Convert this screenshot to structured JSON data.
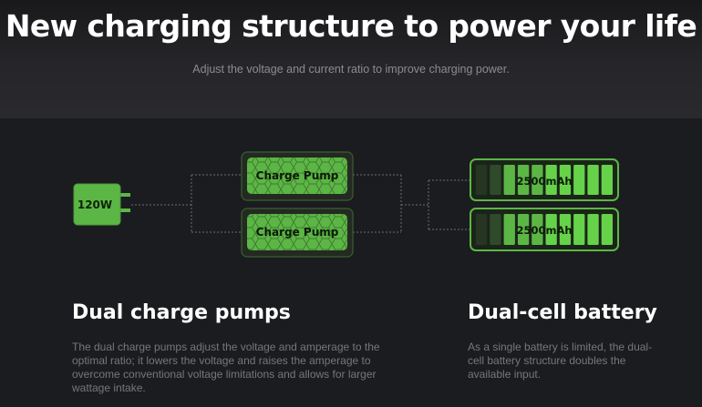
{
  "hero": {
    "title": "New charging structure to power your life",
    "subtitle": "Adjust the voltage and current ratio to improve charging power."
  },
  "diagram": {
    "charger_label": "120W",
    "pumps": [
      {
        "label": "Charge Pump"
      },
      {
        "label": "Charge Pump"
      }
    ],
    "cells": [
      {
        "label": "2500mAh",
        "charge_fraction": 0.8
      },
      {
        "label": "2500mAh",
        "charge_fraction": 0.8
      }
    ],
    "colors": {
      "accent_green": "#5cb646",
      "bright_green": "#66d24a",
      "dark_green": "#2f4a2a",
      "background": "#1b1c1f",
      "connector_line": "#6d6e72"
    }
  },
  "pumps_section": {
    "title": "Dual charge pumps",
    "description": "The dual charge pumps adjust the voltage and amperage to the optimal ratio; it lowers the voltage and raises the amperage to overcome conventional voltage limitations and allows for larger wattage intake."
  },
  "battery_section": {
    "title": "Dual-cell battery",
    "description": "As a single battery is limited, the dual-cell battery structure doubles the available input."
  }
}
